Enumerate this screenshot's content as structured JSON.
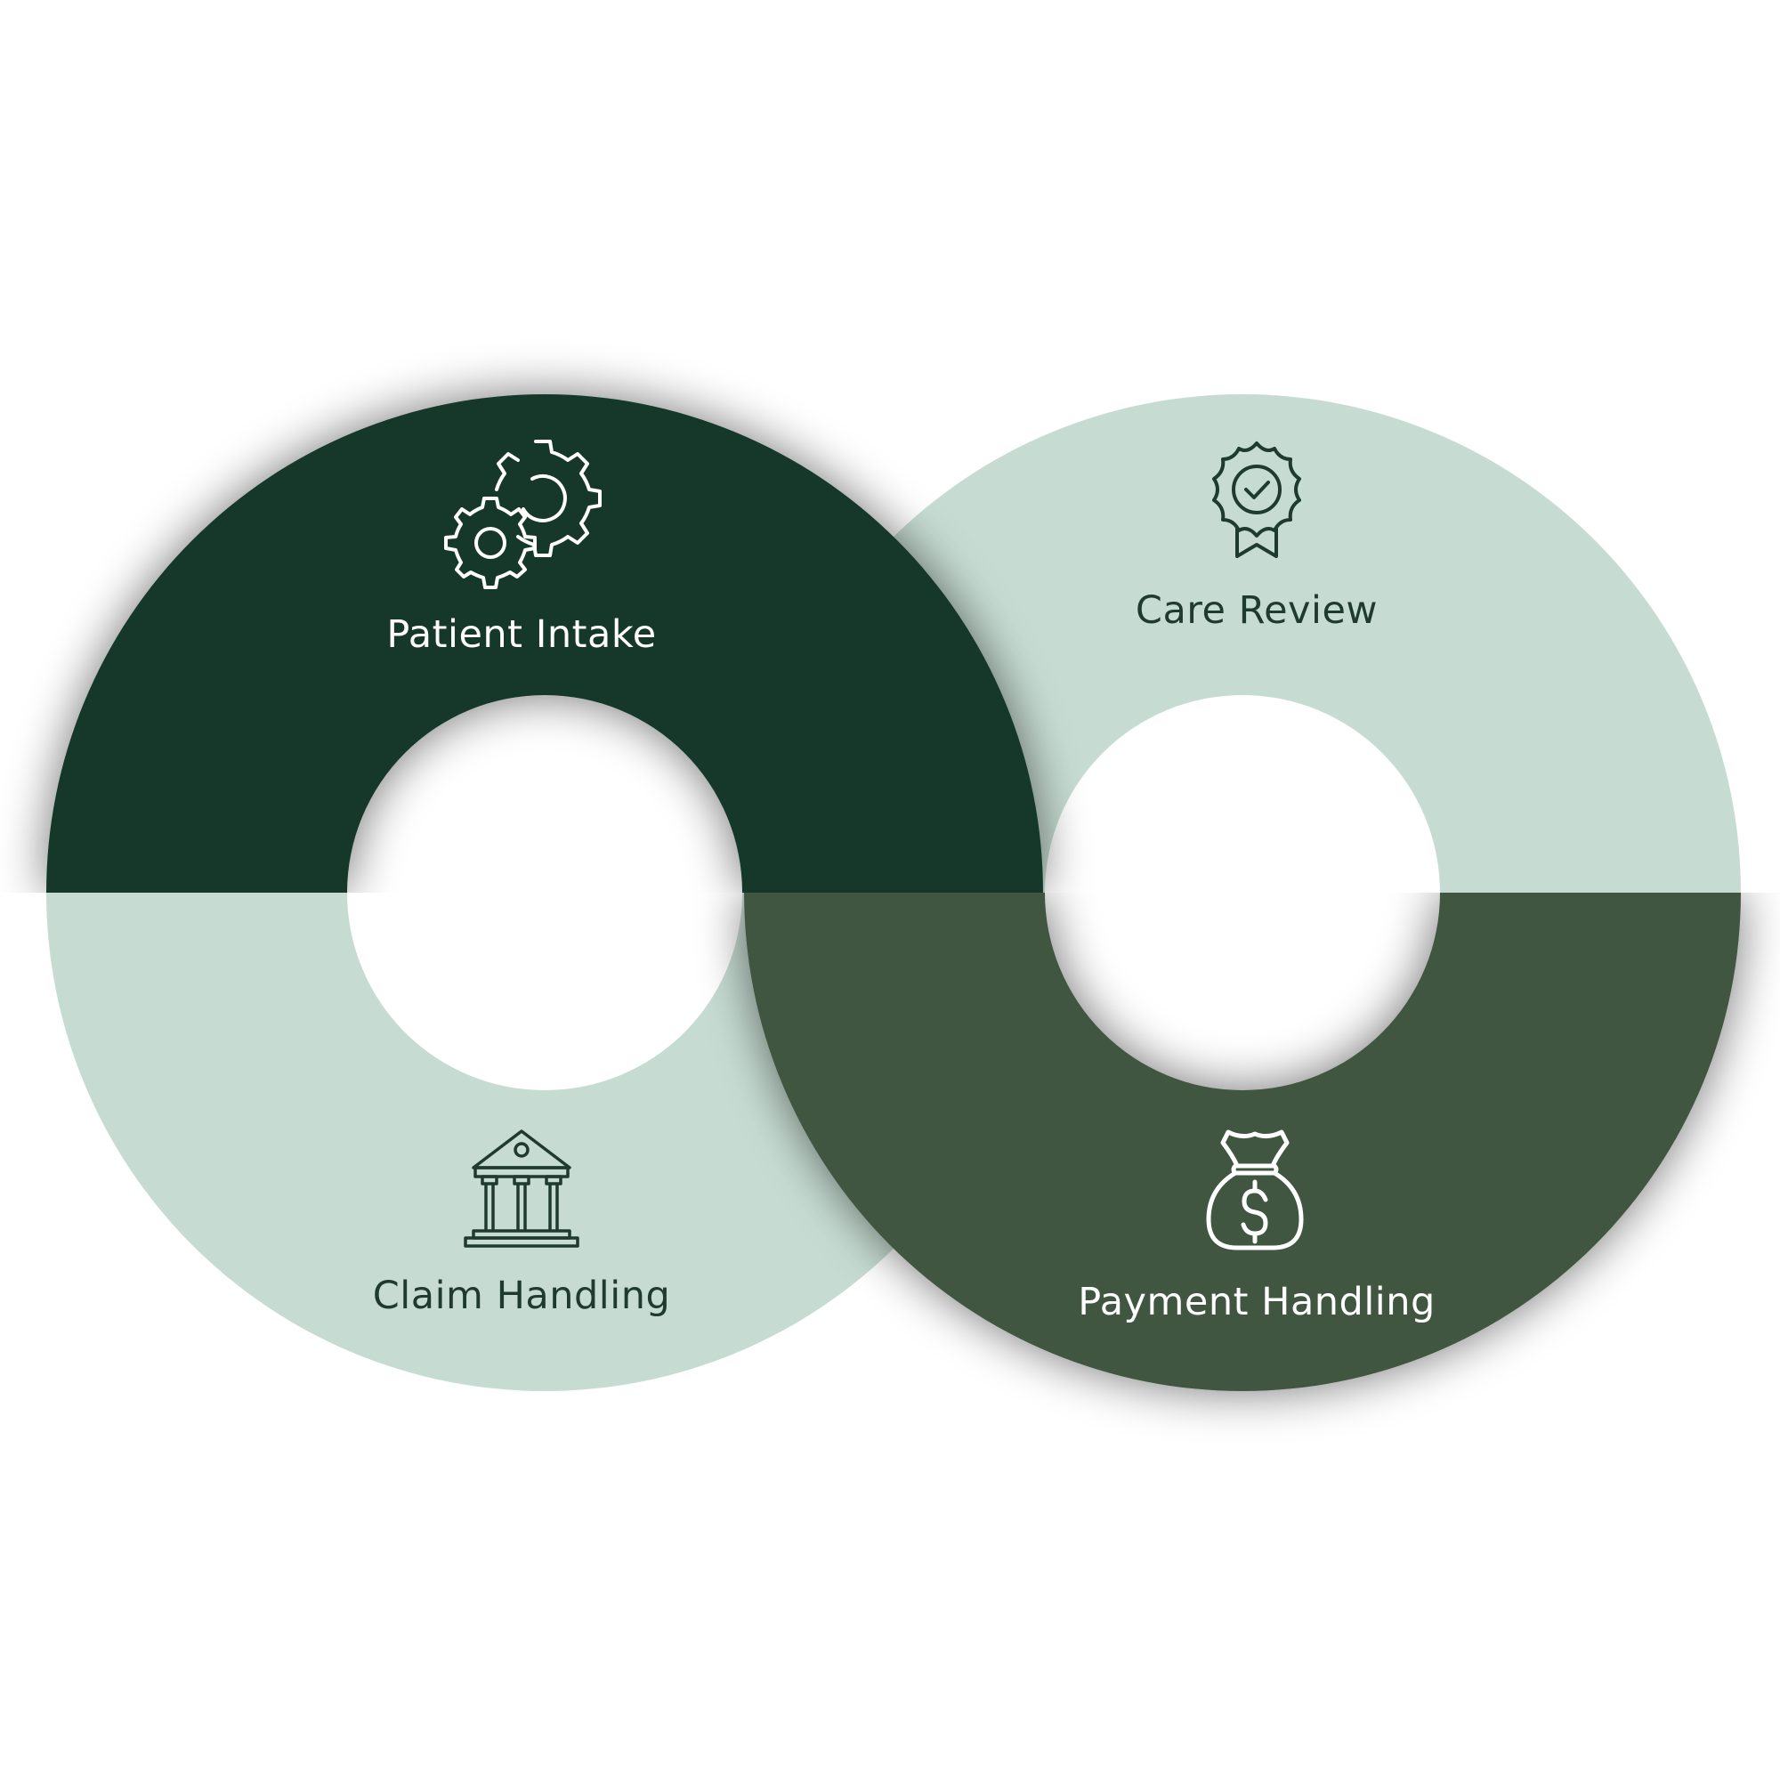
{
  "colors": {
    "background": "#ffffff",
    "dark_green": "#18382c",
    "olive_green": "#41573f",
    "light_sage": "#c6dcd2",
    "light_text": "#ffffff",
    "dark_text": "#1f3a30"
  },
  "segments": [
    {
      "label": "Patient Intake",
      "icon": "gears-icon",
      "fill": "dark_green",
      "text_color": "light_text"
    },
    {
      "label": "Care Review",
      "icon": "certified-badge-icon",
      "fill": "light_sage",
      "text_color": "dark_text"
    },
    {
      "label": "Claim Handling",
      "icon": "bank-building-icon",
      "fill": "light_sage",
      "text_color": "dark_text"
    },
    {
      "label": "Payment Handling",
      "icon": "money-bag-icon",
      "fill": "olive_green",
      "text_color": "light_text"
    }
  ]
}
